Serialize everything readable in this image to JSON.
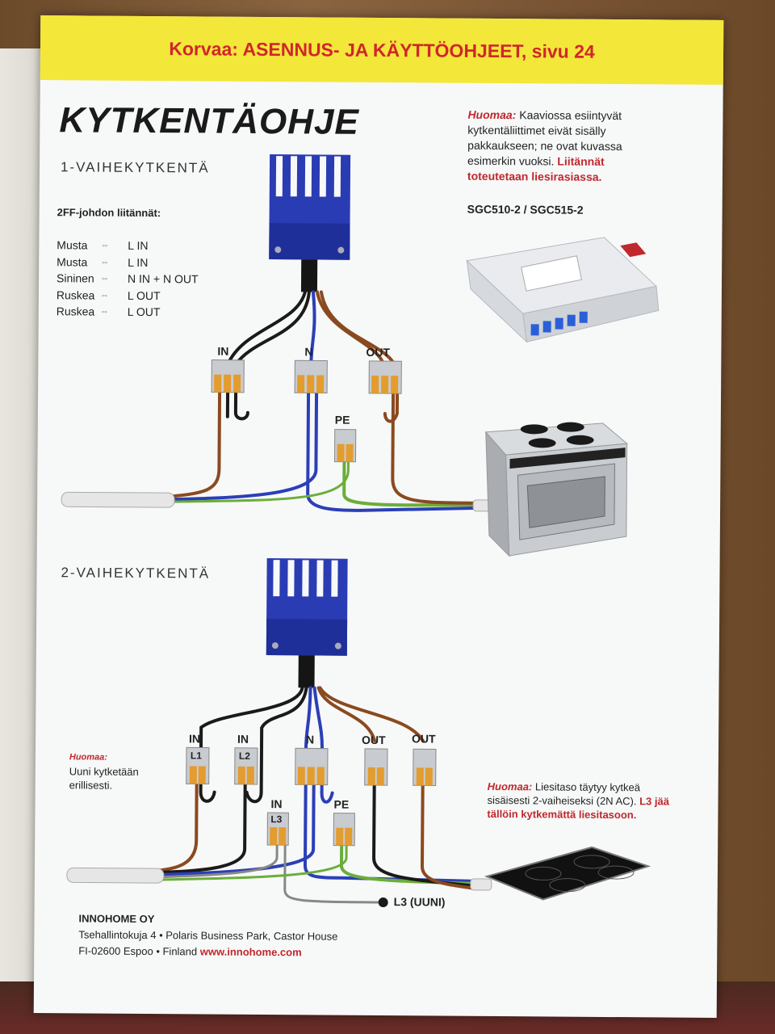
{
  "banner": "Korvaa: ASENNUS- JA KÄYTTÖOHJEET, sivu 24",
  "title": "KYTKENTÄOHJE",
  "section1": "1-VAIHEKYTKENTÄ",
  "section2": "2-VAIHEKYTKENTÄ",
  "wiring_heading": "2FF-johdon liitännät:",
  "wiring": [
    {
      "color": "Musta",
      "arrow": "⇔",
      "conn": "L IN"
    },
    {
      "color": "Musta",
      "arrow": "⇔",
      "conn": "L IN"
    },
    {
      "color": "Sininen",
      "arrow": "⇔",
      "conn": "N IN + N OUT"
    },
    {
      "color": "Ruskea",
      "arrow": "⇔",
      "conn": "L OUT"
    },
    {
      "color": "Ruskea",
      "arrow": "⇔",
      "conn": "L OUT"
    }
  ],
  "note_top": {
    "lead": "Huomaa:",
    "text": "Kaaviossa esiintyvät kytkentäliittimet eivät sisälly pakkaukseen; ne ovat kuvassa esimerkin vuoksi.",
    "red": "Liitännät toteutetaan liesirasiassa."
  },
  "model": "SGC510-2 / SGC515-2",
  "terminals1": {
    "in": "IN",
    "n": "N",
    "out": "OUT",
    "pe": "PE"
  },
  "terminals2": {
    "in1": "IN",
    "l1": "L1",
    "in2": "IN",
    "l2": "L2",
    "n": "N",
    "out1": "OUT",
    "out2": "OUT",
    "in3": "IN",
    "l3": "L3",
    "pe": "PE"
  },
  "note_oven": {
    "lead": "Huomaa:",
    "text": "Uuni kytketään erillisesti."
  },
  "note_hob": {
    "lead": "Huomaa:",
    "text": "Liesitaso täytyy kytkeä sisäisesti 2-vaiheiseksi (2N AC).",
    "red": "L3 jää tällöin kytkemättä liesitasoon."
  },
  "l3_label": "L3 (UUNI)",
  "footer": {
    "company": "INNOHOME OY",
    "address": "Tsehallintokuja 4 • Polaris Business Park, Castor House",
    "city": "FI-02600 Espoo • Finland",
    "url": "www.innohome.com"
  },
  "colors": {
    "banner_bg": "#f3e73a",
    "banner_text": "#d0262b",
    "blue": "#2b3fb8",
    "brown": "#8a4a1f",
    "black": "#1a1a1a",
    "green": "#6aae3a",
    "gray": "#888888"
  }
}
